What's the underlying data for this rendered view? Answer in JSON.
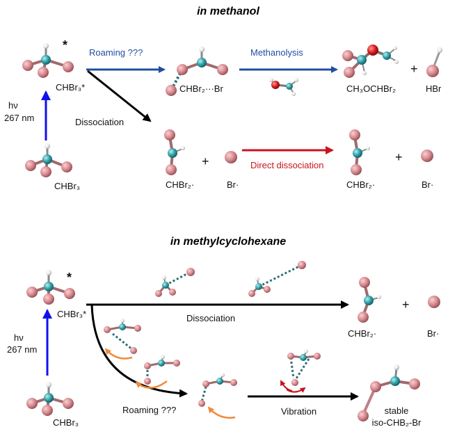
{
  "colors": {
    "br": "#d98a8f",
    "c": "#2f9fa6",
    "h": "#e8e8e8",
    "o": "#d91c1c",
    "blue_arrow": "#1f4fa0",
    "red_arrow": "#c8141c",
    "black_arrow": "#000000",
    "orange_arrow": "#f08a3c",
    "dotted_bond": "#2b6f73"
  },
  "methanol": {
    "title": "in methanol",
    "star": "*",
    "chbr3_star": "CHBr₃*",
    "hv": "hν",
    "wavelength": "267 nm",
    "chbr3": "CHBr₃",
    "roaming": "Roaming ???",
    "chbr2_br": "CHBr₂···Br",
    "methanolysis": "Methanolysis",
    "product_ether": "CH₃OCHBr₂",
    "plus1": "+",
    "hbr": "HBr",
    "dissociation": "Dissociation",
    "chbr2_radical": "CHBr₂·",
    "plus2": "+",
    "br_radical": "Br·",
    "direct_dissociation": "Direct dissociation",
    "chbr2_radical_2": "CHBr₂·",
    "plus3": "+",
    "br_radical_2": "Br·"
  },
  "mch": {
    "title": "in methylcyclohexane",
    "star": "*",
    "chbr3_star": "CHBr₃*",
    "hv": "hν",
    "wavelength": "267 nm",
    "chbr3": "CHBr₃",
    "dissociation": "Dissociation",
    "chbr2_radical": "CHBr₂·",
    "plus": "+",
    "br_radical": "Br·",
    "roaming": "Roaming ???",
    "vibration": "Vibration",
    "stable": "stable",
    "iso": "iso-CHB₂-Br"
  }
}
